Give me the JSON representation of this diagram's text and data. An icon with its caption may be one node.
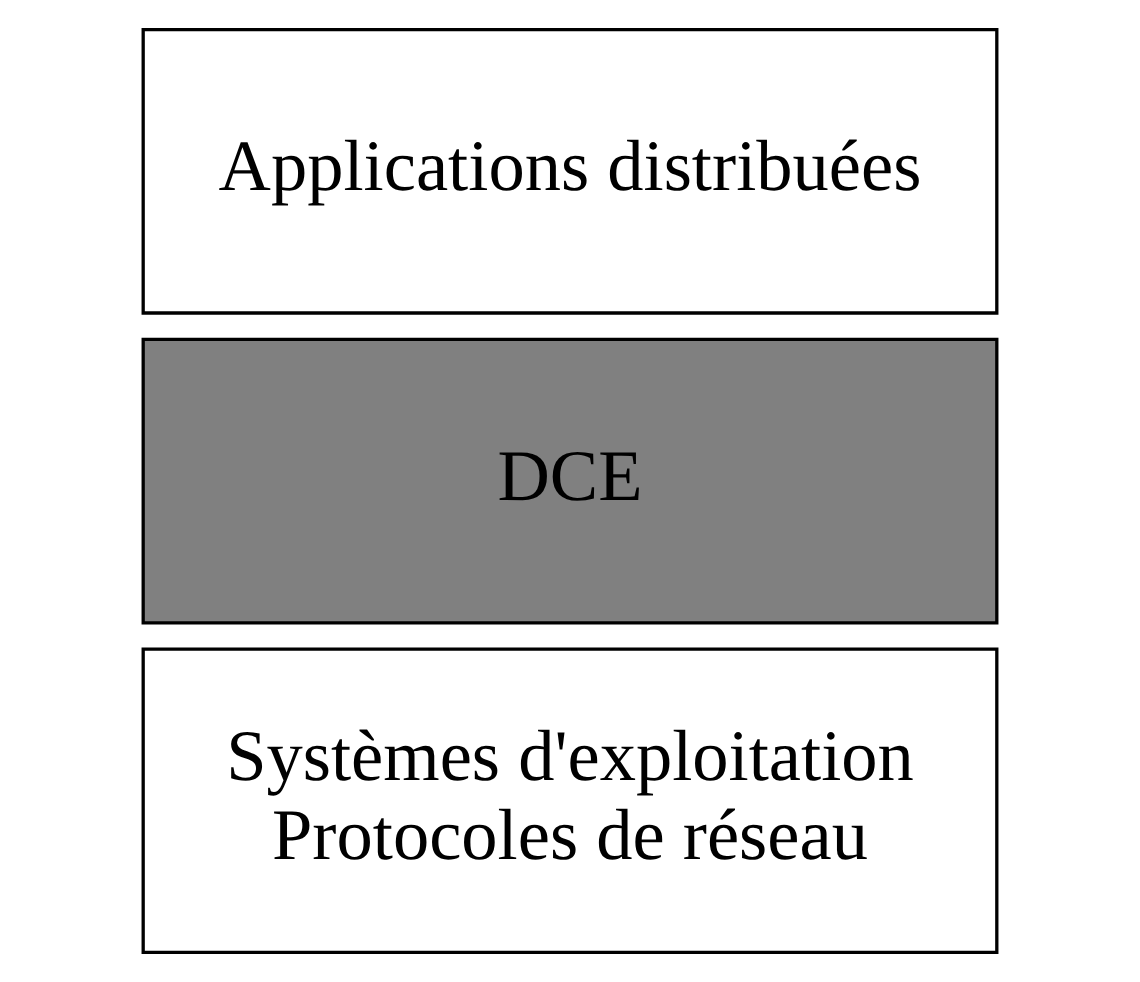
{
  "diagram": {
    "nodes": [
      {
        "text": [
          "Applications distribuées"
        ]
      },
      {
        "text": [
          "DCE"
        ]
      },
      {
        "text": [
          "Systèmes d'exploitation",
          "Protocoles de réseau"
        ]
      }
    ]
  }
}
